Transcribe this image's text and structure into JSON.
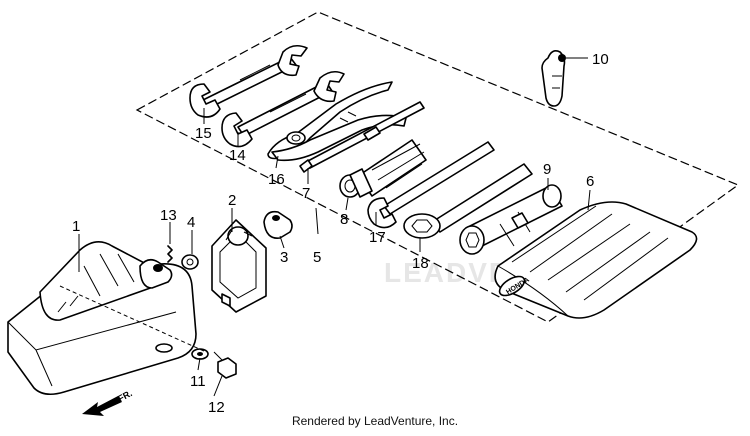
{
  "credit": "Rendered by LeadVenture, Inc.",
  "watermark": "LEADVENTURE",
  "direction_label": "FR.",
  "bag_logo": "HONDA",
  "callouts": {
    "c1": "1",
    "c2": "2",
    "c3": "3",
    "c4": "4",
    "c5": "5",
    "c6": "6",
    "c7": "7",
    "c8": "8",
    "c9": "9",
    "c10": "10",
    "c11": "11",
    "c12": "12",
    "c13": "13",
    "c14": "14",
    "c15": "15",
    "c16": "16",
    "c17": "17",
    "c18": "18"
  }
}
